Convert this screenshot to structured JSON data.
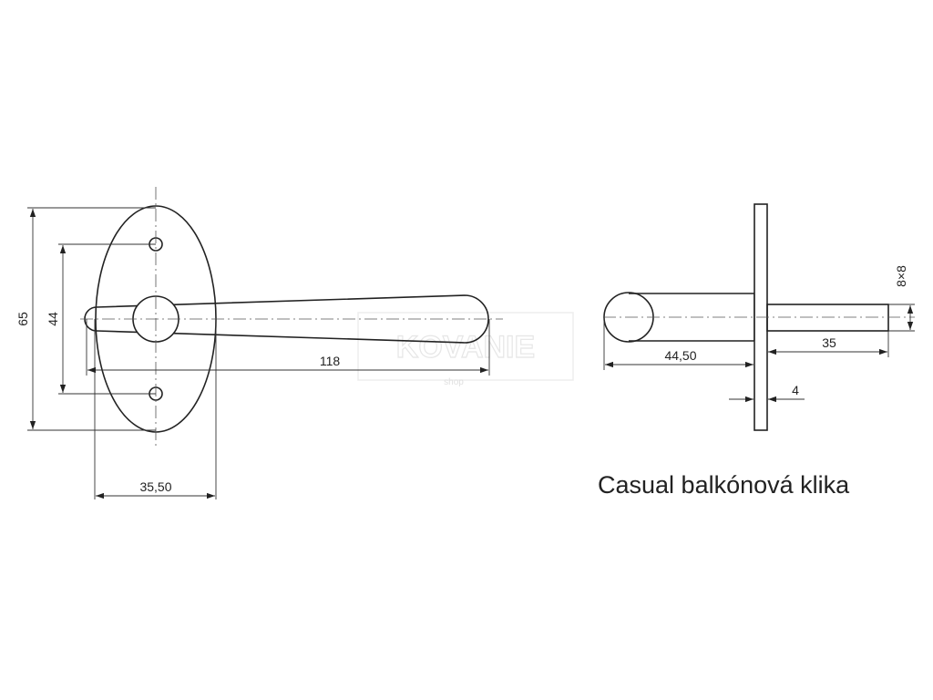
{
  "caption": "Casual balkónová klika",
  "watermark": {
    "brand": "KOVANIE",
    "sub": "shop"
  },
  "dimensions": {
    "height_total": "65",
    "hole_spacing": "44",
    "handle_length": "118",
    "rosette_width": "35,50",
    "spindle_size": "8×8",
    "spindle_length": "35",
    "side_length": "44,50",
    "plate_thickness": "4"
  }
}
